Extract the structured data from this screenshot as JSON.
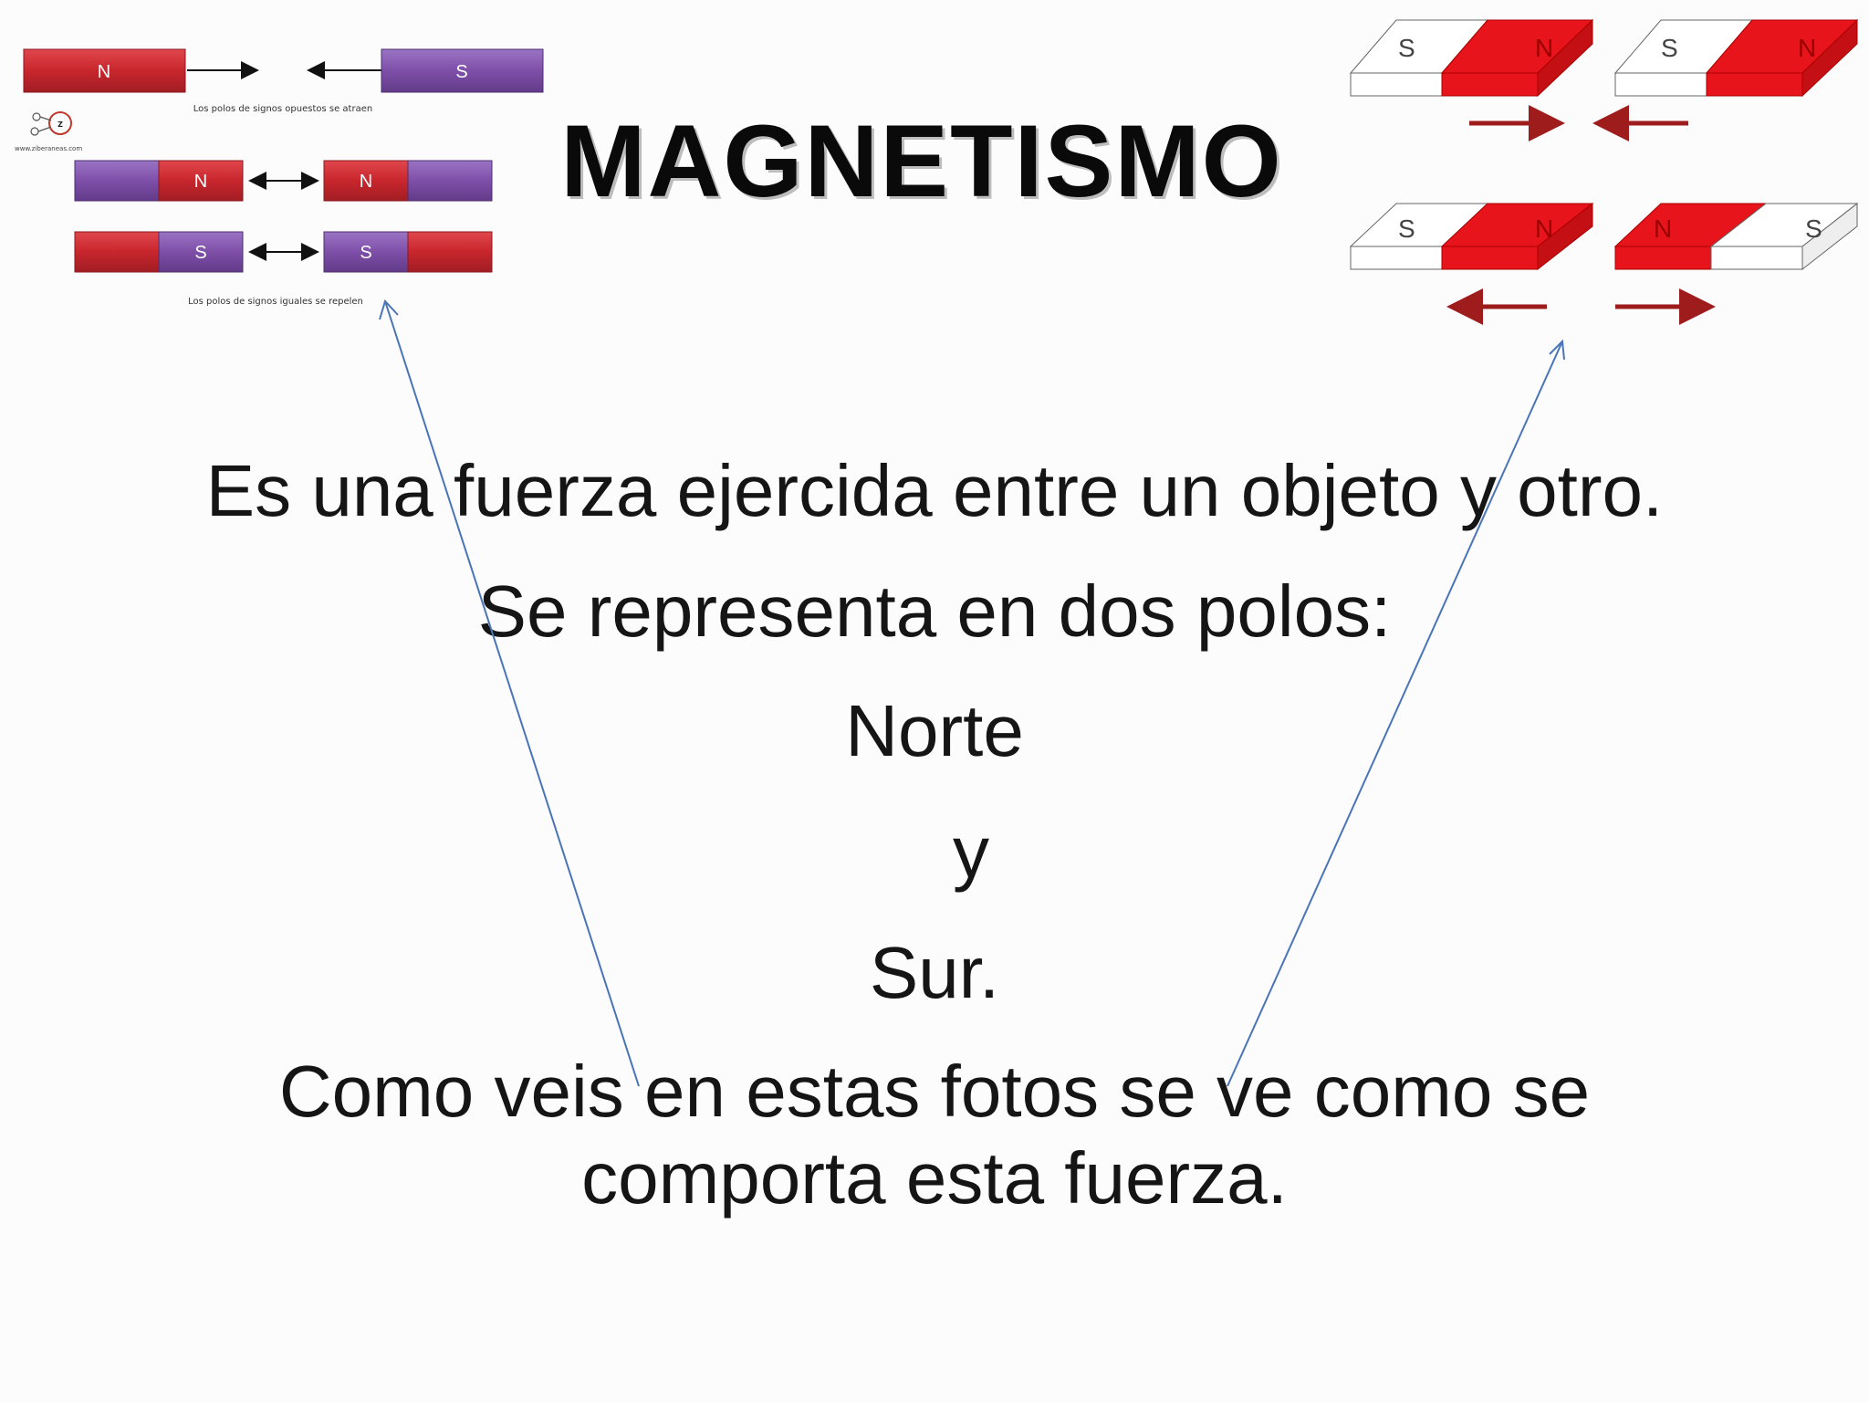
{
  "slide": {
    "title": "MAGNETISMO",
    "body_lines": [
      "Es una fuerza ejercida entre un objeto y otro.",
      "Se representa en dos polos:",
      "Norte",
      "y",
      "Sur.",
      "Como veis en estas fotos se ve como se",
      "comporta esta fuerza."
    ]
  },
  "figure_left": {
    "row1": {
      "left_pole": "N",
      "right_pole": "S"
    },
    "caption_attract": "Los polos de signos opuestos se atraen",
    "logo_text": "www.ziberaneas.com",
    "row2": {
      "left_pole": "N",
      "right_pole": "N"
    },
    "row3": {
      "left_pole": "S",
      "right_pole": "S"
    },
    "caption_repel": "Los polos de signos iguales se repelen"
  },
  "figure_right": {
    "top_pair": [
      {
        "s": "S",
        "n": "N"
      },
      {
        "s": "S",
        "n": "N"
      }
    ],
    "bottom_pair": [
      {
        "s": "S",
        "n": "N"
      },
      {
        "n": "N",
        "s": "S"
      }
    ]
  },
  "colors": {
    "red_bar": "#c8262d",
    "purple_bar": "#7e4fa8",
    "magnet_red": "#e8141b",
    "arrow_dark_red": "#9e1c1c",
    "pointer_blue": "#4a74b8"
  }
}
